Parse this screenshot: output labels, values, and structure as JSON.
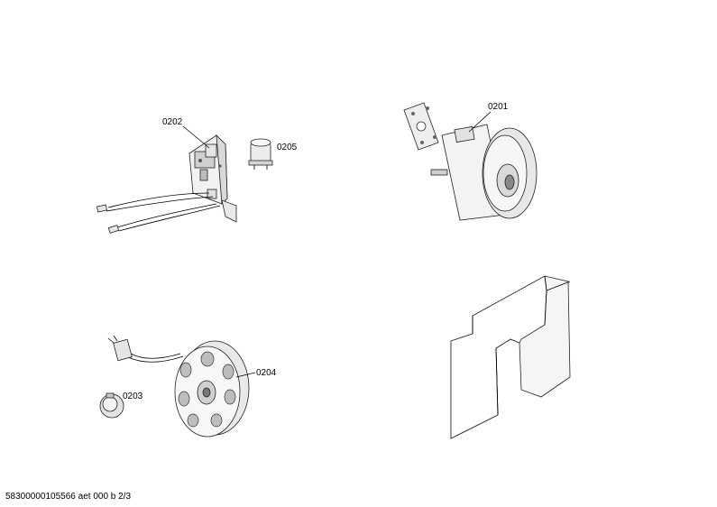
{
  "labels": {
    "p0202": "0202",
    "p0205": "0205",
    "p0201": "0201",
    "p0204": "0204",
    "p0203": "0203"
  },
  "footer": "58300000105566 aet 000 b 2/3"
}
